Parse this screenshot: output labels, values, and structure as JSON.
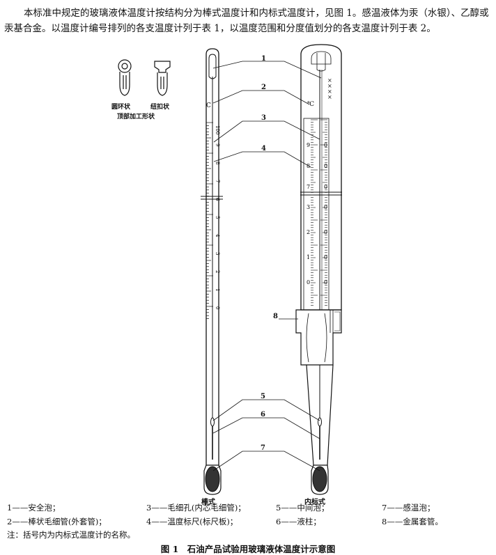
{
  "intro": "本标准中规定的玻璃液体温度计按结构分为棒式温度计和内标式温度计，见图 1。感温液体为汞（水银）、乙醇或汞基合金。以温度计编号排列的各支温度计列于表 1，以温度范围和分度值划分的各支温度计列于表 2。",
  "top_shapes": {
    "ring": "圆环状",
    "button": "纽扣状",
    "caption": "顶部加工形状"
  },
  "callouts": [
    "1",
    "2",
    "3",
    "4",
    "5",
    "6",
    "7",
    "8"
  ],
  "thermometer_labels": {
    "rod": "棒式",
    "inner": "内标式"
  },
  "scale_marks": {
    "rod_unit": "C",
    "inner_unit": "℃",
    "rod_numbers": [
      "100",
      "9",
      "8",
      "7",
      "6",
      "5",
      "4",
      "3",
      "2",
      "1",
      "0"
    ],
    "inner_upper_digits": [
      "9",
      "8",
      "7"
    ],
    "inner_upper_zeros": [
      "0",
      "0",
      "0"
    ],
    "inner_lower_digits": [
      "3",
      "2",
      "1",
      "0"
    ],
    "inner_lower_zeros": [
      "0",
      "0",
      "0",
      "0"
    ]
  },
  "legend": [
    {
      "num": "1",
      "text": "安全泡；"
    },
    {
      "num": "2",
      "text": "棒状毛细管(外套管)；"
    },
    {
      "num": "3",
      "text": "毛细孔(内芯毛细管)；"
    },
    {
      "num": "4",
      "text": "温度标尺(标尺板)；"
    },
    {
      "num": "5",
      "text": "中间泡；"
    },
    {
      "num": "6",
      "text": "液柱；"
    },
    {
      "num": "7",
      "text": "感温泡；"
    },
    {
      "num": "8",
      "text": "金属套管。"
    }
  ],
  "note": "注：括号内为内标式温度计的名称。",
  "caption": {
    "fig_no": "图 1",
    "title": "石油产品试验用玻璃液体温度计示意图"
  }
}
